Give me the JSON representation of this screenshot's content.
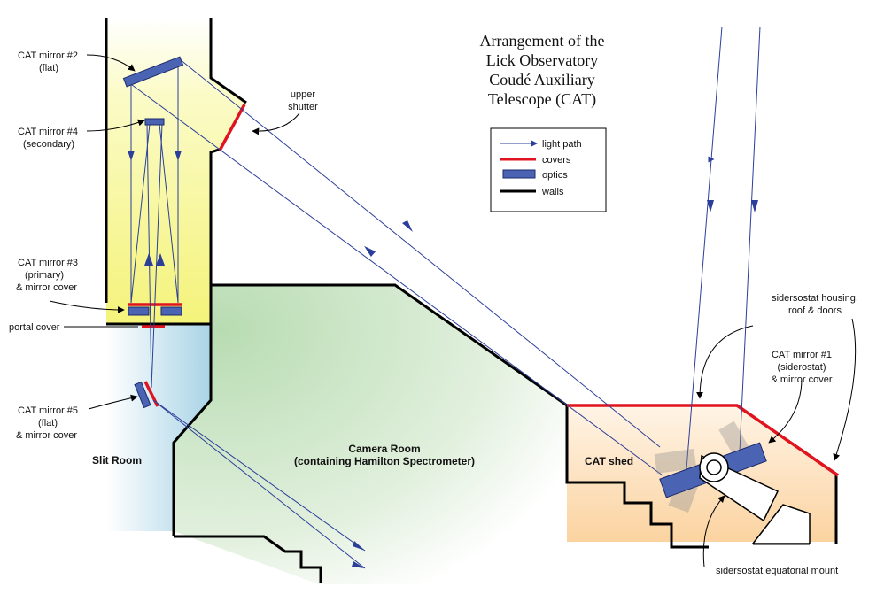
{
  "title_lines": [
    "Arrangement of the",
    "Lick Observatory",
    "Coudé Auxiliary",
    "Telescope (CAT)"
  ],
  "legend": {
    "light_path": "light path",
    "covers": "covers",
    "optics": "optics",
    "walls": "walls"
  },
  "labels": {
    "cat2_a": "CAT mirror #2",
    "cat2_b": "(flat)",
    "cat4_a": "CAT mirror #4",
    "cat4_b": "(secondary)",
    "cat3_a": "CAT mirror #3",
    "cat3_b": "(primary)",
    "cat3_c": "& mirror cover",
    "portal": "portal cover",
    "cat5_a": "CAT mirror #5",
    "cat5_b": "(flat)",
    "cat5_c": "& mirror cover",
    "shutter_a": "upper",
    "shutter_b": "shutter",
    "housing_a": "sidersostat housing,",
    "housing_b": "roof & doors",
    "cat1_a": "CAT mirror #1",
    "cat1_b": "(siderostat)",
    "cat1_c": "& mirror cover",
    "mount": "sidersostat equatorial mount",
    "slit_room": "Slit Room",
    "camera_a": "Camera Room",
    "camera_b": "(containing Hamilton Spectrometer)",
    "cat_shed": "CAT shed"
  },
  "colors": {
    "light_path": "#2b3f9a",
    "covers": "#e0141e",
    "optics": "#4a63b3",
    "walls": "#000000"
  }
}
